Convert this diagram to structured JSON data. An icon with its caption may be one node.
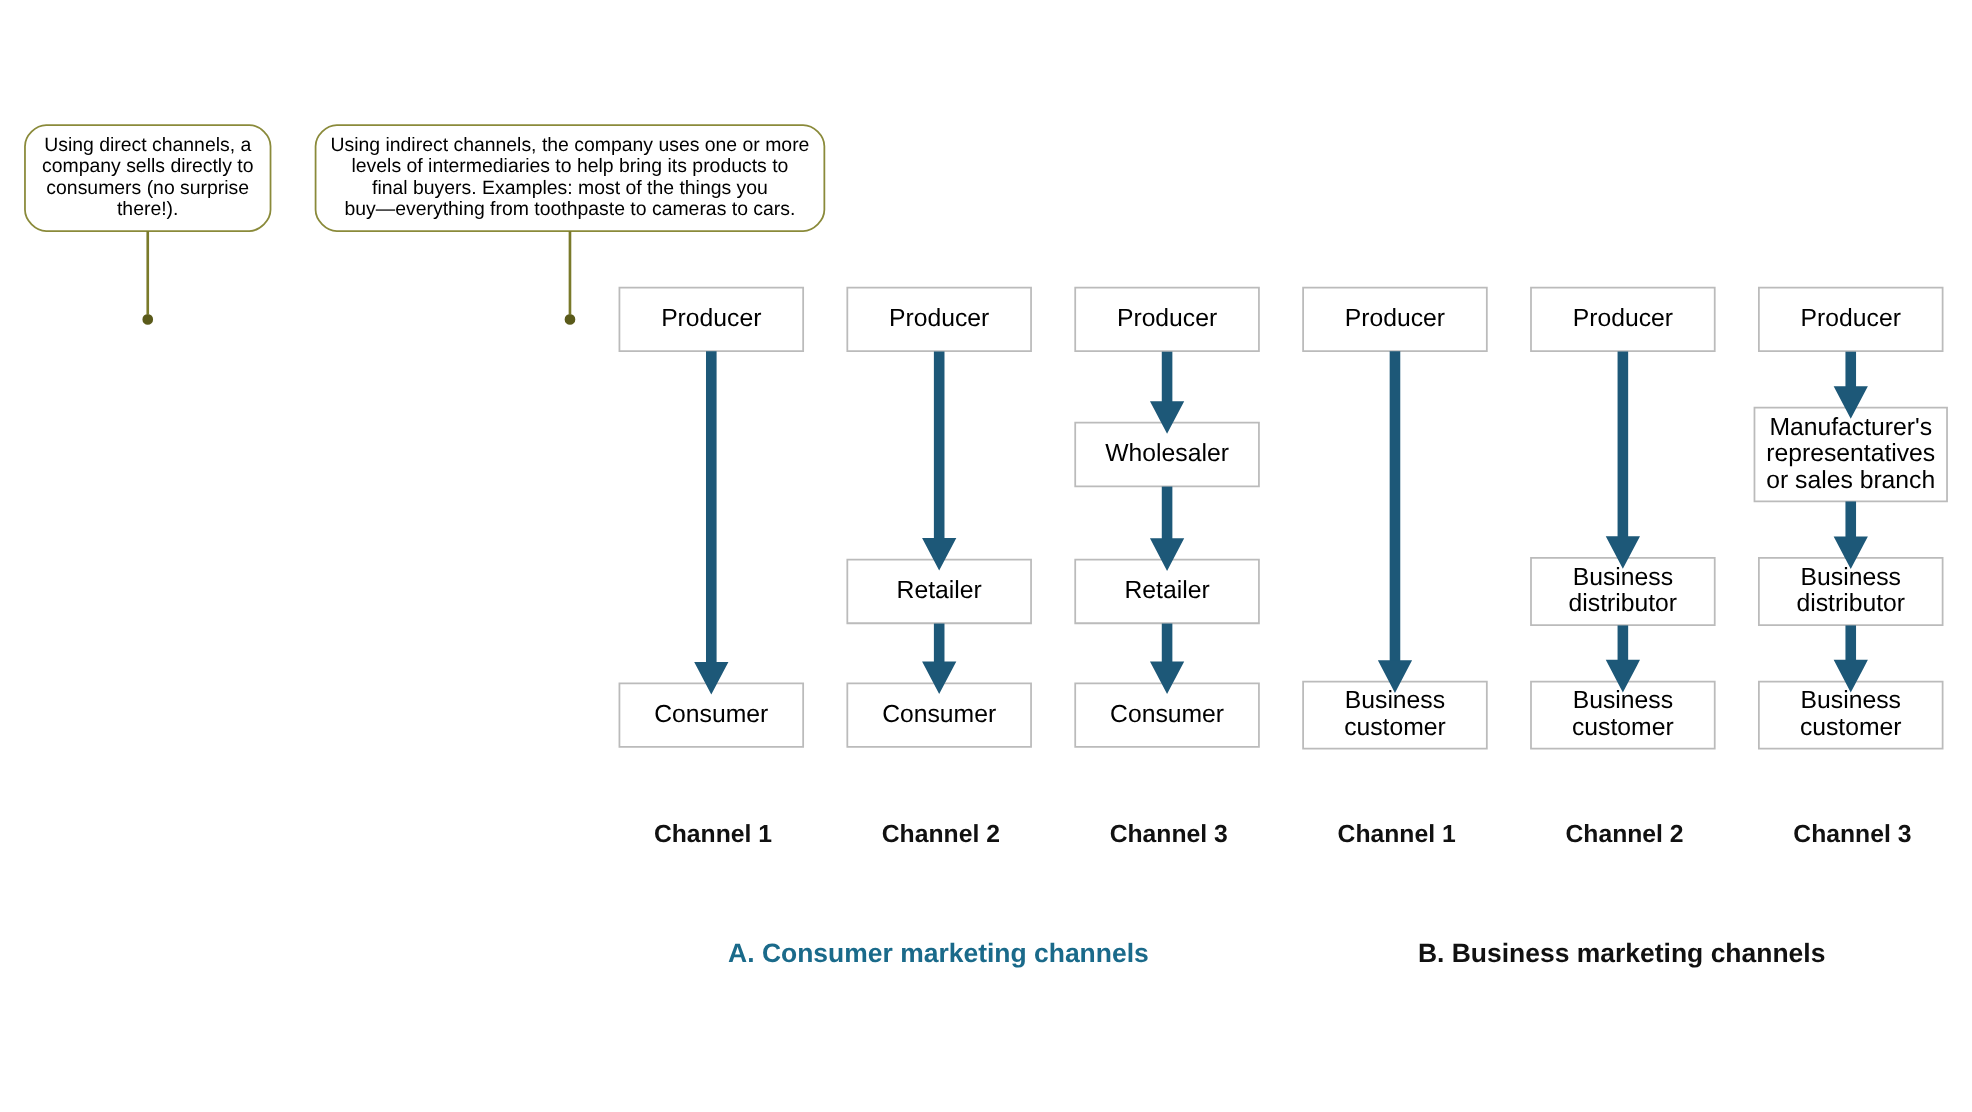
{
  "diagram": {
    "nodes": [
      {
        "text": [
          "Using direct channels, a company sells directly to consumers (no surprise there!)."
        ]
      },
      {
        "text": [
          "Using indirect channels, the company uses one or more levels of intermediaries to help bring its products to final buyers. Examples: most of the things you buy—everything from toothpaste to cameras to cars."
        ]
      },
      {
        "text": [
          "Producer"
        ]
      },
      {
        "text": [
          "Producer"
        ]
      },
      {
        "text": [
          "Producer"
        ]
      },
      {
        "text": [
          "Producer"
        ]
      },
      {
        "text": [
          "Producer"
        ]
      },
      {
        "text": [
          "Producer"
        ]
      },
      {
        "text": [
          "Wholesaler"
        ]
      },
      {
        "text": [
          "Manufacturer's representatives or sales branch"
        ]
      },
      {
        "text": [
          "Retailer"
        ]
      },
      {
        "text": [
          "Retailer"
        ]
      },
      {
        "text": [
          "Business distributor"
        ]
      },
      {
        "text": [
          "Business distributor"
        ]
      },
      {
        "text": [
          "Consumer"
        ]
      },
      {
        "text": [
          "Consumer"
        ]
      },
      {
        "text": [
          "Consumer"
        ]
      },
      {
        "text": [
          "Business customer"
        ]
      },
      {
        "text": [
          "Business customer"
        ]
      },
      {
        "text": [
          "Business customer"
        ]
      }
    ],
    "edges": [
      {
        "from": 0,
        "to": null,
        "arrow": "none",
        "color": "#7a7a2a"
      },
      {
        "from": 1,
        "to": null,
        "arrow": "none",
        "color": "#7a7a2a"
      },
      {
        "from": 2,
        "to": 14,
        "arrow": "to"
      },
      {
        "from": 3,
        "to": 10,
        "arrow": "to"
      },
      {
        "from": 10,
        "to": 15,
        "arrow": "to"
      },
      {
        "from": 4,
        "to": 8,
        "arrow": "to"
      },
      {
        "from": 8,
        "to": 11,
        "arrow": "to"
      },
      {
        "from": 11,
        "to": 16,
        "arrow": "to"
      },
      {
        "from": 5,
        "to": 17,
        "arrow": "to"
      },
      {
        "from": 6,
        "to": 12,
        "arrow": "to"
      },
      {
        "from": 12,
        "to": 18,
        "arrow": "to"
      },
      {
        "from": 7,
        "to": 9,
        "arrow": "to"
      },
      {
        "from": 9,
        "to": 13,
        "arrow": "to"
      },
      {
        "from": 13,
        "to": 19,
        "arrow": "to"
      }
    ],
    "labels": [
      "Channel 1",
      "Channel 2",
      "Channel 3",
      "Channel 1",
      "Channel 2",
      "Channel 3",
      "A. Consumer marketing channels",
      "B. Business marketing channels"
    ]
  }
}
